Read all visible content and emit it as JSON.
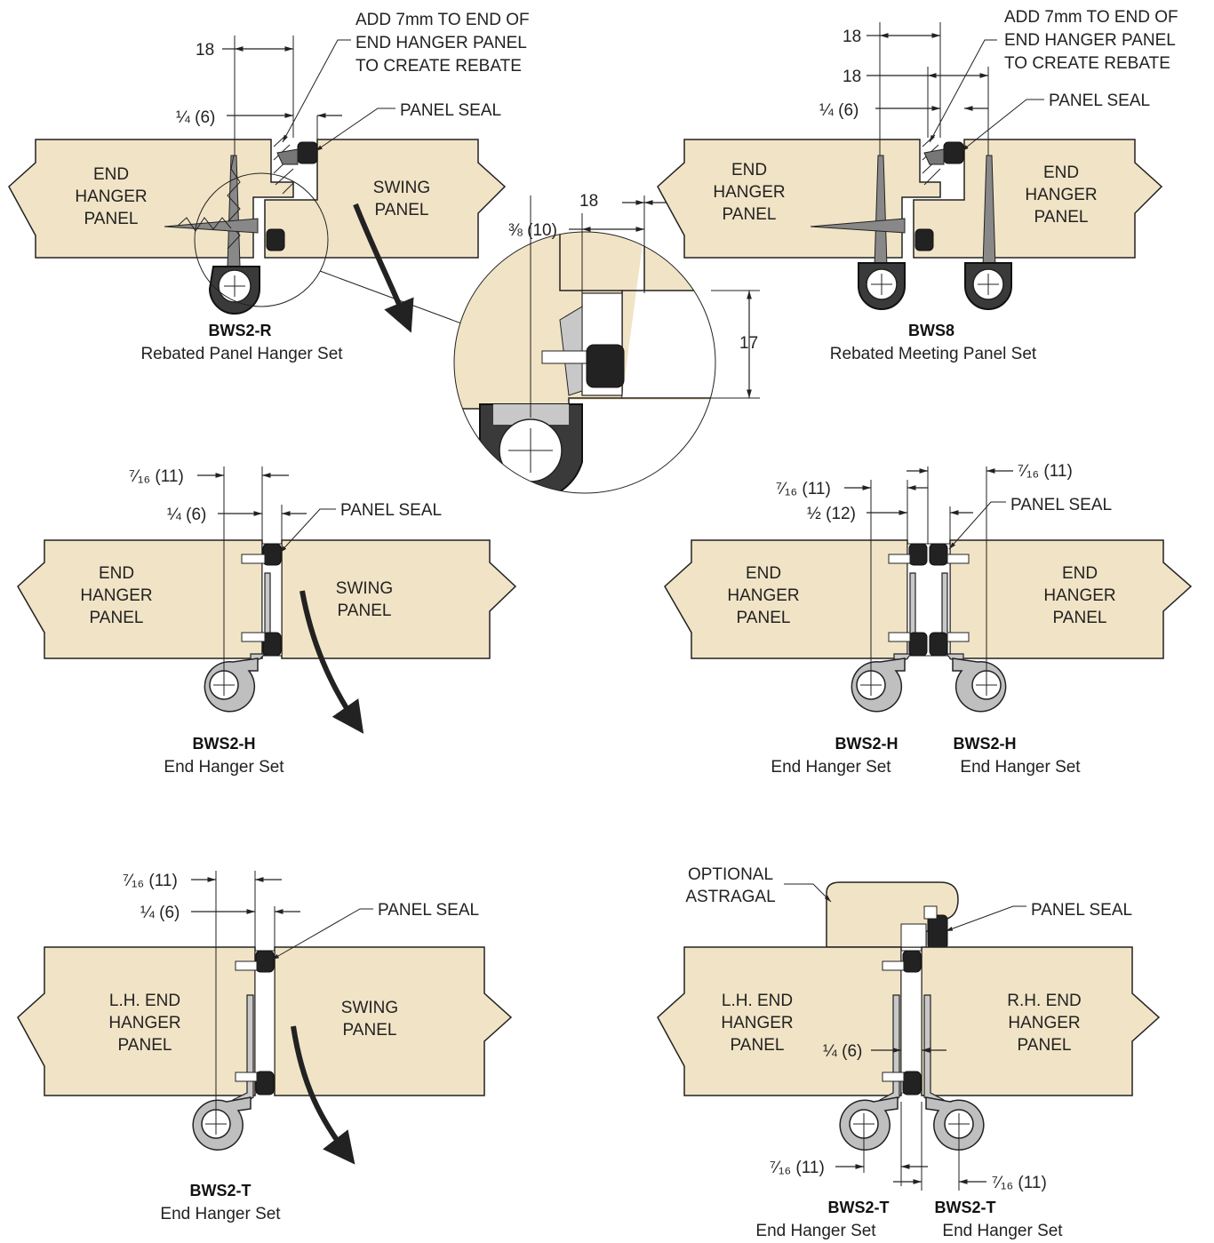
{
  "labels": {
    "end_hanger_panel": [
      "END",
      "HANGER",
      "PANEL"
    ],
    "swing_panel": [
      "SWING",
      "PANEL"
    ],
    "lh_end_hanger_panel": [
      "L.H. END",
      "HANGER",
      "PANEL"
    ],
    "rh_end_hanger_panel": [
      "R.H. END",
      "HANGER",
      "PANEL"
    ],
    "panel_seal": "PANEL SEAL",
    "rebate_note": [
      "ADD 7mm TO END OF",
      "END HANGER PANEL",
      "TO CREATE REBATE"
    ],
    "optional_astragal": [
      "OPTIONAL",
      "ASTRAGAL"
    ]
  },
  "dimensions": {
    "d18": "18",
    "d17": "17",
    "quarter6": "¼ (6)",
    "seven16_11": "⁷⁄₁₆ (11)",
    "half12": "½ (12)",
    "three8_10": "⅜ (10)"
  },
  "figures": {
    "bws2r": {
      "code": "BWS2-R",
      "name": "Rebated Panel Hanger Set"
    },
    "bws8": {
      "code": "BWS8",
      "name": "Rebated Meeting Panel Set"
    },
    "bws2h_a": {
      "code": "BWS2-H",
      "name": "End Hanger Set"
    },
    "bws2h_b": {
      "code": "BWS2-H",
      "name": "End Hanger Set"
    },
    "bws2h_c": {
      "code": "BWS2-H",
      "name": "End Hanger Set"
    },
    "bws2t_a": {
      "code": "BWS2-T",
      "name": "End Hanger Set"
    },
    "bws2t_b": {
      "code": "BWS2-T",
      "name": "End Hanger Set"
    },
    "bws2t_c": {
      "code": "BWS2-T",
      "name": "End Hanger Set"
    }
  },
  "colors": {
    "panel": "#f1e4c6",
    "hardware": "#222222",
    "track": "#c8c8c8"
  }
}
